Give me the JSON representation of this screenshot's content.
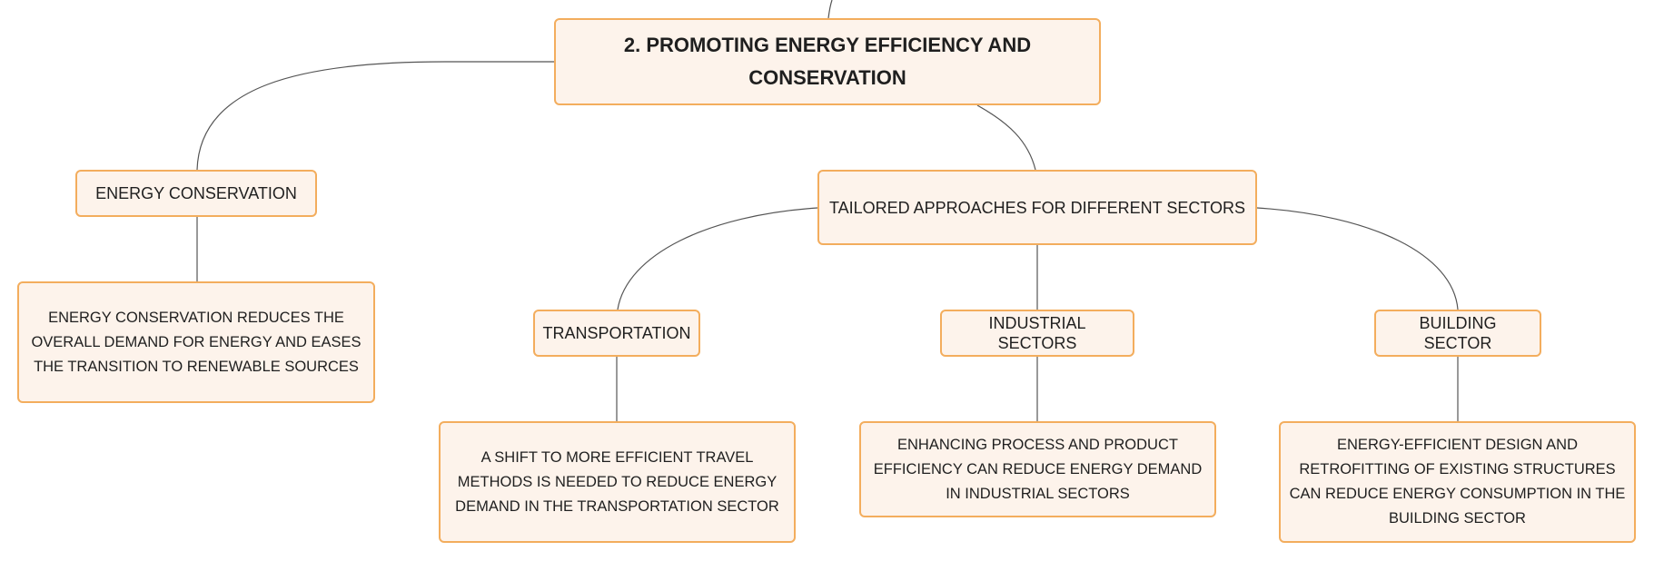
{
  "colors": {
    "node_fill": "#fdf3eb",
    "node_border": "#f3ad5d",
    "connector": "#555555",
    "text": "#1f1f1f"
  },
  "mindmap": {
    "root": "2. PROMOTING ENERGY EFFICIENCY AND CONSERVATION",
    "energy_conservation": {
      "label": "ENERGY CONSERVATION",
      "detail": "ENERGY CONSERVATION REDUCES THE OVERALL DEMAND FOR ENERGY AND EASES THE TRANSITION TO RENEWABLE SOURCES"
    },
    "tailored": {
      "label": "TAILORED APPROACHES FOR DIFFERENT SECTORS",
      "sectors": [
        {
          "label": "TRANSPORTATION",
          "detail": "A SHIFT TO MORE EFFICIENT TRAVEL METHODS IS NEEDED TO REDUCE ENERGY DEMAND IN THE TRANSPORTATION SECTOR"
        },
        {
          "label": "INDUSTRIAL SECTORS",
          "detail": "ENHANCING PROCESS AND PRODUCT EFFICIENCY CAN REDUCE ENERGY DEMAND IN INDUSTRIAL SECTORS"
        },
        {
          "label": "BUILDING SECTOR",
          "detail": "ENERGY-EFFICIENT DESIGN AND RETROFITTING OF EXISTING STRUCTURES CAN REDUCE ENERGY CONSUMPTION IN THE BUILDING SECTOR"
        }
      ]
    }
  }
}
